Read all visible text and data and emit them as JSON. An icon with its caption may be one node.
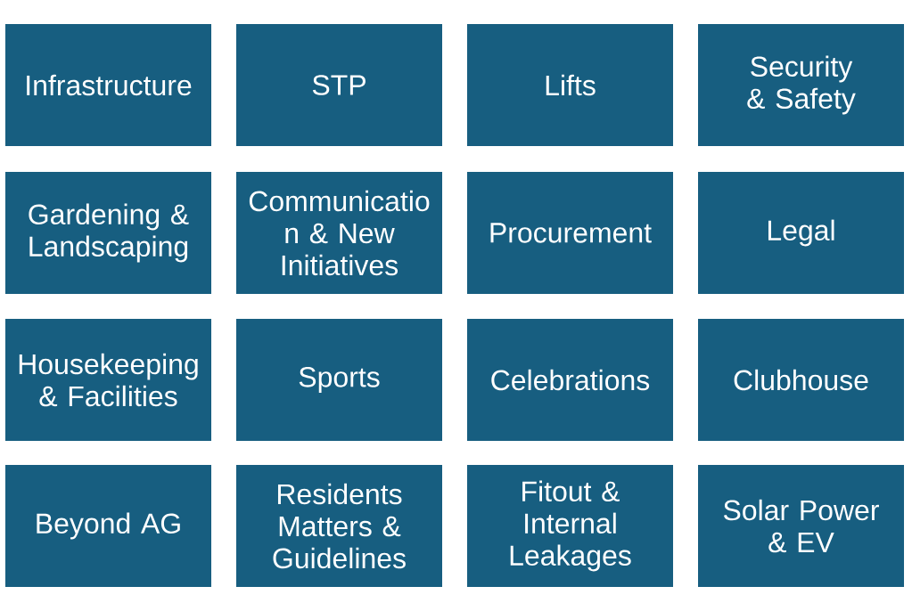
{
  "diagram": {
    "nodes": [
      {
        "text": [
          "Infrastructure"
        ]
      },
      {
        "text": [
          "STP"
        ]
      },
      {
        "text": [
          "Lifts"
        ]
      },
      {
        "text": [
          "Security & Safety"
        ]
      },
      {
        "text": [
          "Gardening & Landscaping"
        ]
      },
      {
        "text": [
          "Communicatio n & New Initiatives"
        ]
      },
      {
        "text": [
          "Procurement"
        ]
      },
      {
        "text": [
          "Legal"
        ]
      },
      {
        "text": [
          "Housekeeping & Facilities"
        ]
      },
      {
        "text": [
          "Sports"
        ]
      },
      {
        "text": [
          "Celebrations"
        ]
      },
      {
        "text": [
          "Clubhouse"
        ]
      },
      {
        "text": [
          "Beyond AG"
        ]
      },
      {
        "text": [
          "Residents Matters & Guidelines"
        ]
      },
      {
        "text": [
          "Fitout & Internal Leakages"
        ]
      },
      {
        "text": [
          "Solar Power & EV"
        ]
      }
    ]
  }
}
